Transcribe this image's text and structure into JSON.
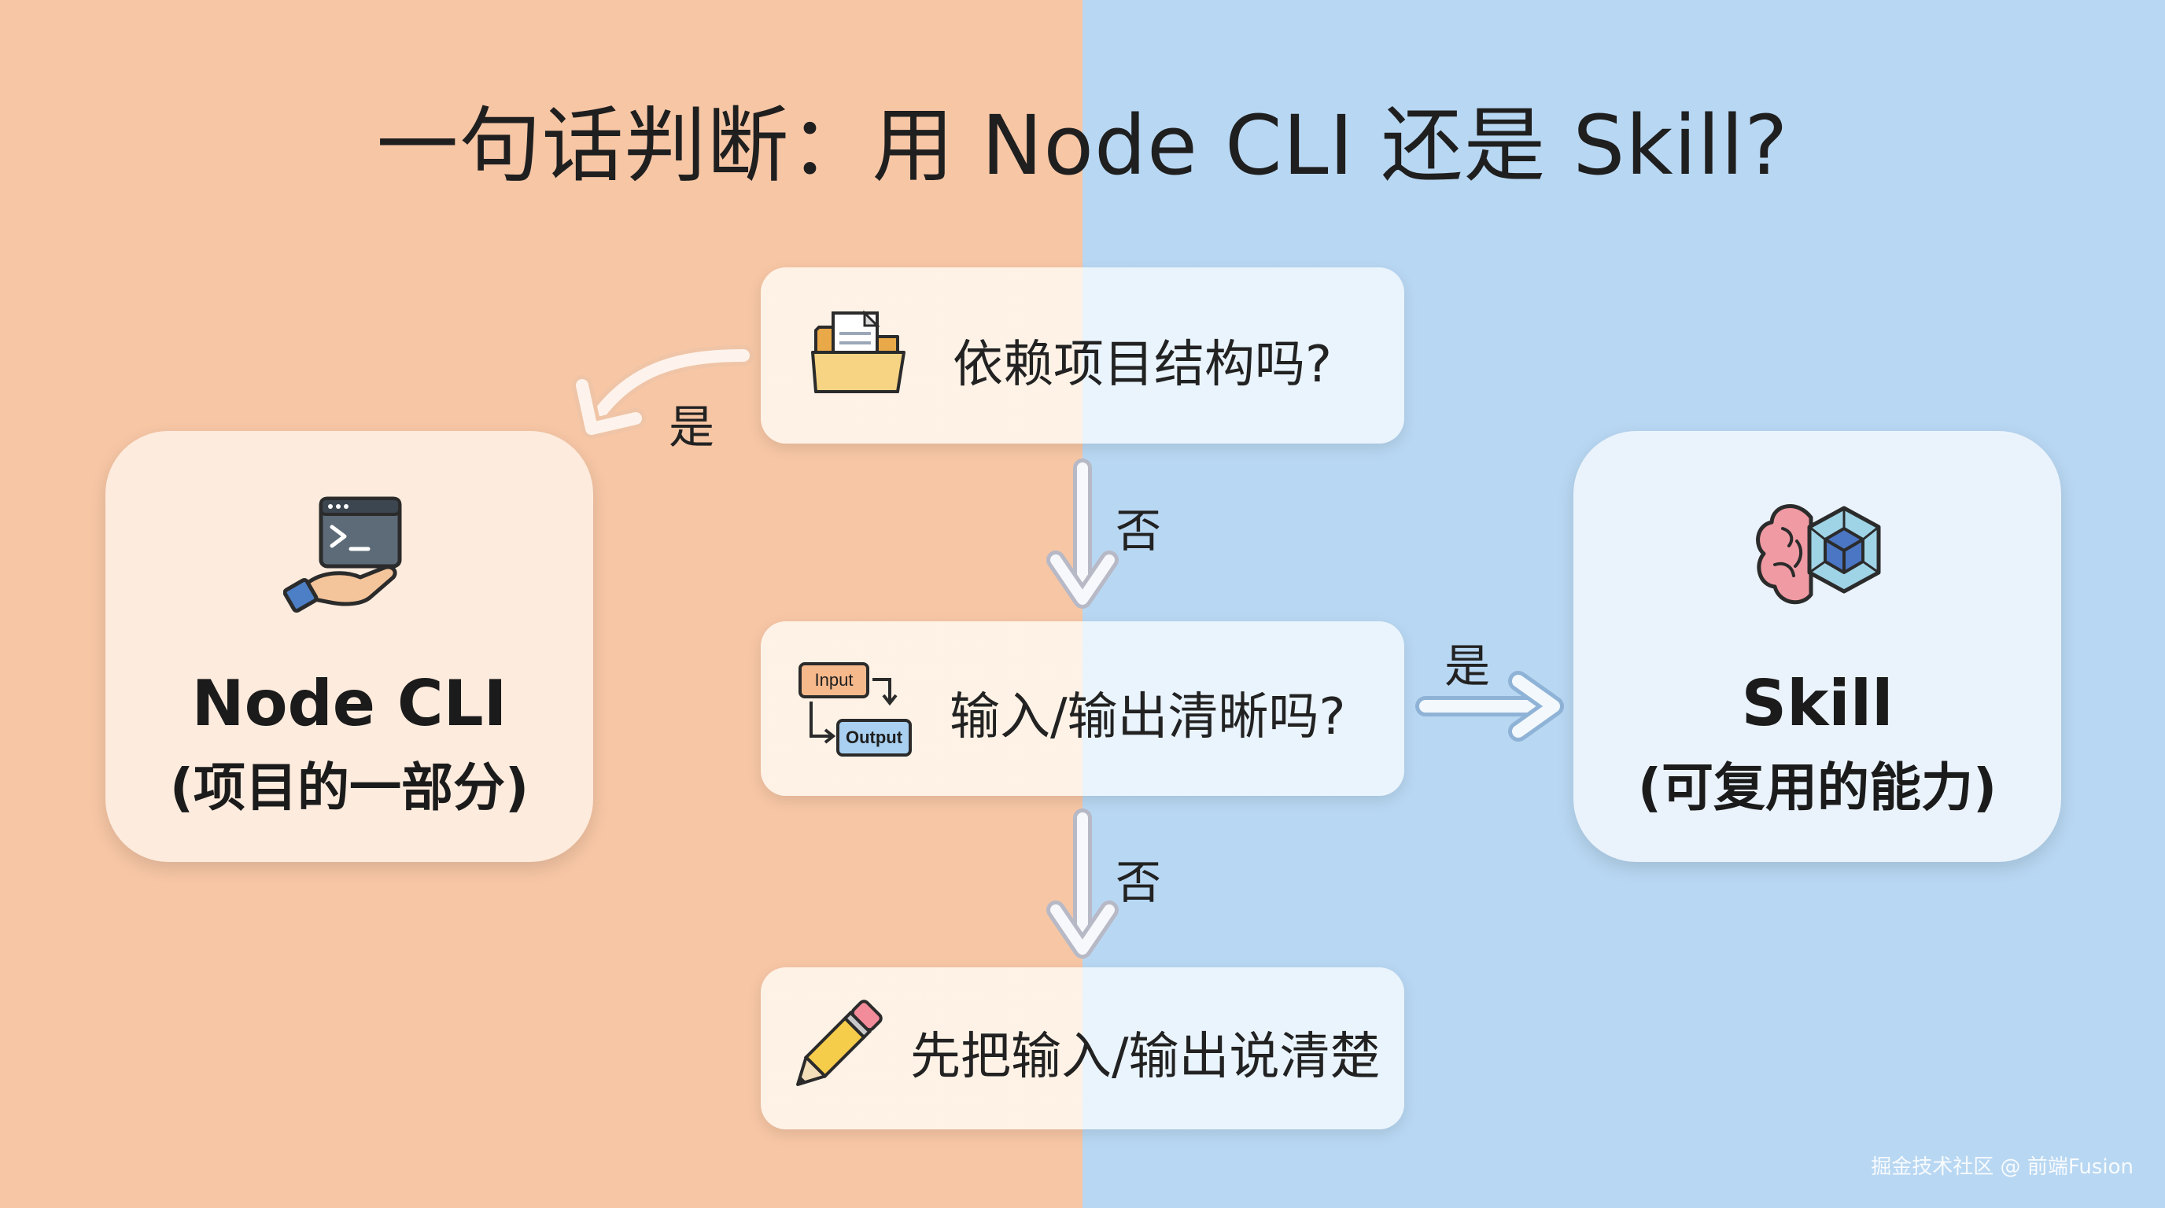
{
  "title": "一句话判断：用 Node CLI 还是 Skill?",
  "questions": [
    {
      "label": "依赖项目结构吗?",
      "icon": "folder-documents-icon"
    },
    {
      "label": "输入/输出清晰吗?",
      "icon": "input-output-icon",
      "icon_text_in": "Input",
      "icon_text_out": "Output"
    },
    {
      "label": "先把输入/输出说清楚",
      "icon": "pencil-icon"
    }
  ],
  "edges": {
    "yes": "是",
    "no": "否"
  },
  "outcomes": {
    "node_cli": {
      "title": "Node CLI",
      "subtitle": "(项目的一部分)",
      "icon": "terminal-hand-icon"
    },
    "skill": {
      "title": "Skill",
      "subtitle": "(可复用的能力)",
      "icon": "brain-cube-icon"
    }
  },
  "watermark": "掘金技术社区 @ 前端Fusion",
  "colors": {
    "left_bg": "#F6C6A5",
    "right_bg": "#B8D7F2"
  }
}
